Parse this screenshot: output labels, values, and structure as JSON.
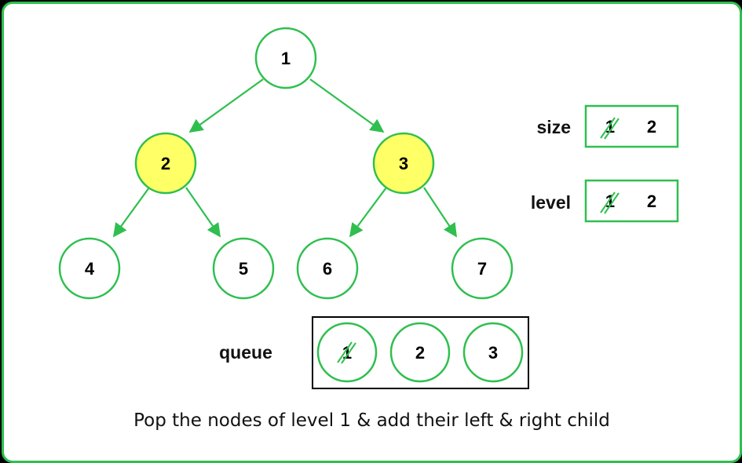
{
  "tree": {
    "root": {
      "label": "1"
    },
    "level1_left": {
      "label": "2"
    },
    "level1_right": {
      "label": "3"
    },
    "leaf_1": {
      "label": "4"
    },
    "leaf_2": {
      "label": "5"
    },
    "leaf_3": {
      "label": "6"
    },
    "leaf_4": {
      "label": "7"
    }
  },
  "size": {
    "label": "size",
    "old_value": "1",
    "new_value": "2"
  },
  "level": {
    "label": "level",
    "old_value": "1",
    "new_value": "2"
  },
  "queue": {
    "label": "queue",
    "items": [
      "1",
      "2",
      "3"
    ],
    "popped_index": 0
  },
  "caption": "Pop the nodes of level 1 & add their left & right child",
  "colors": {
    "border": "#2fbf4f",
    "edge": "#2fbf4f",
    "highlight_fill": "#ffff66",
    "node_stroke": "#2fbf4f",
    "strike": "#2fbf4f"
  }
}
